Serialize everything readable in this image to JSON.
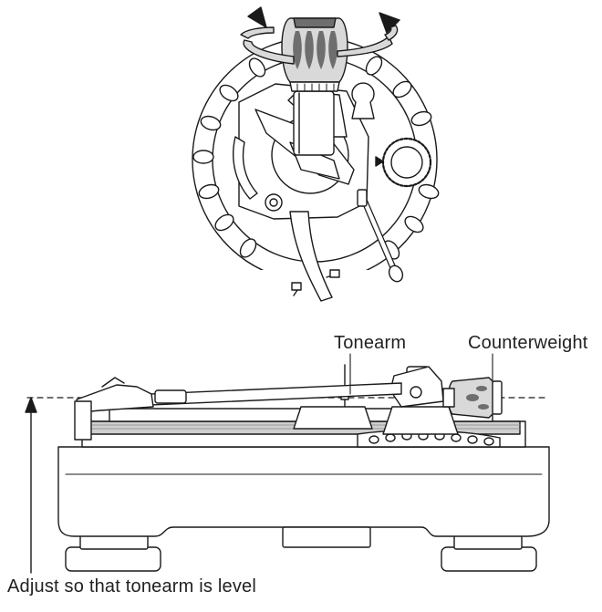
{
  "labels": {
    "tonearm": "Tonearm",
    "counterweight": "Counterweight",
    "instruction": "Adjust so that tonearm is level"
  },
  "icons": {
    "rotation": "rotate-arrow-icon",
    "level": "level-arrow-icon"
  },
  "colors": {
    "line": "#1a1a1a",
    "fill": "#ffffff",
    "shade": "#d9d9d9",
    "dark": "#6e6e6e"
  }
}
